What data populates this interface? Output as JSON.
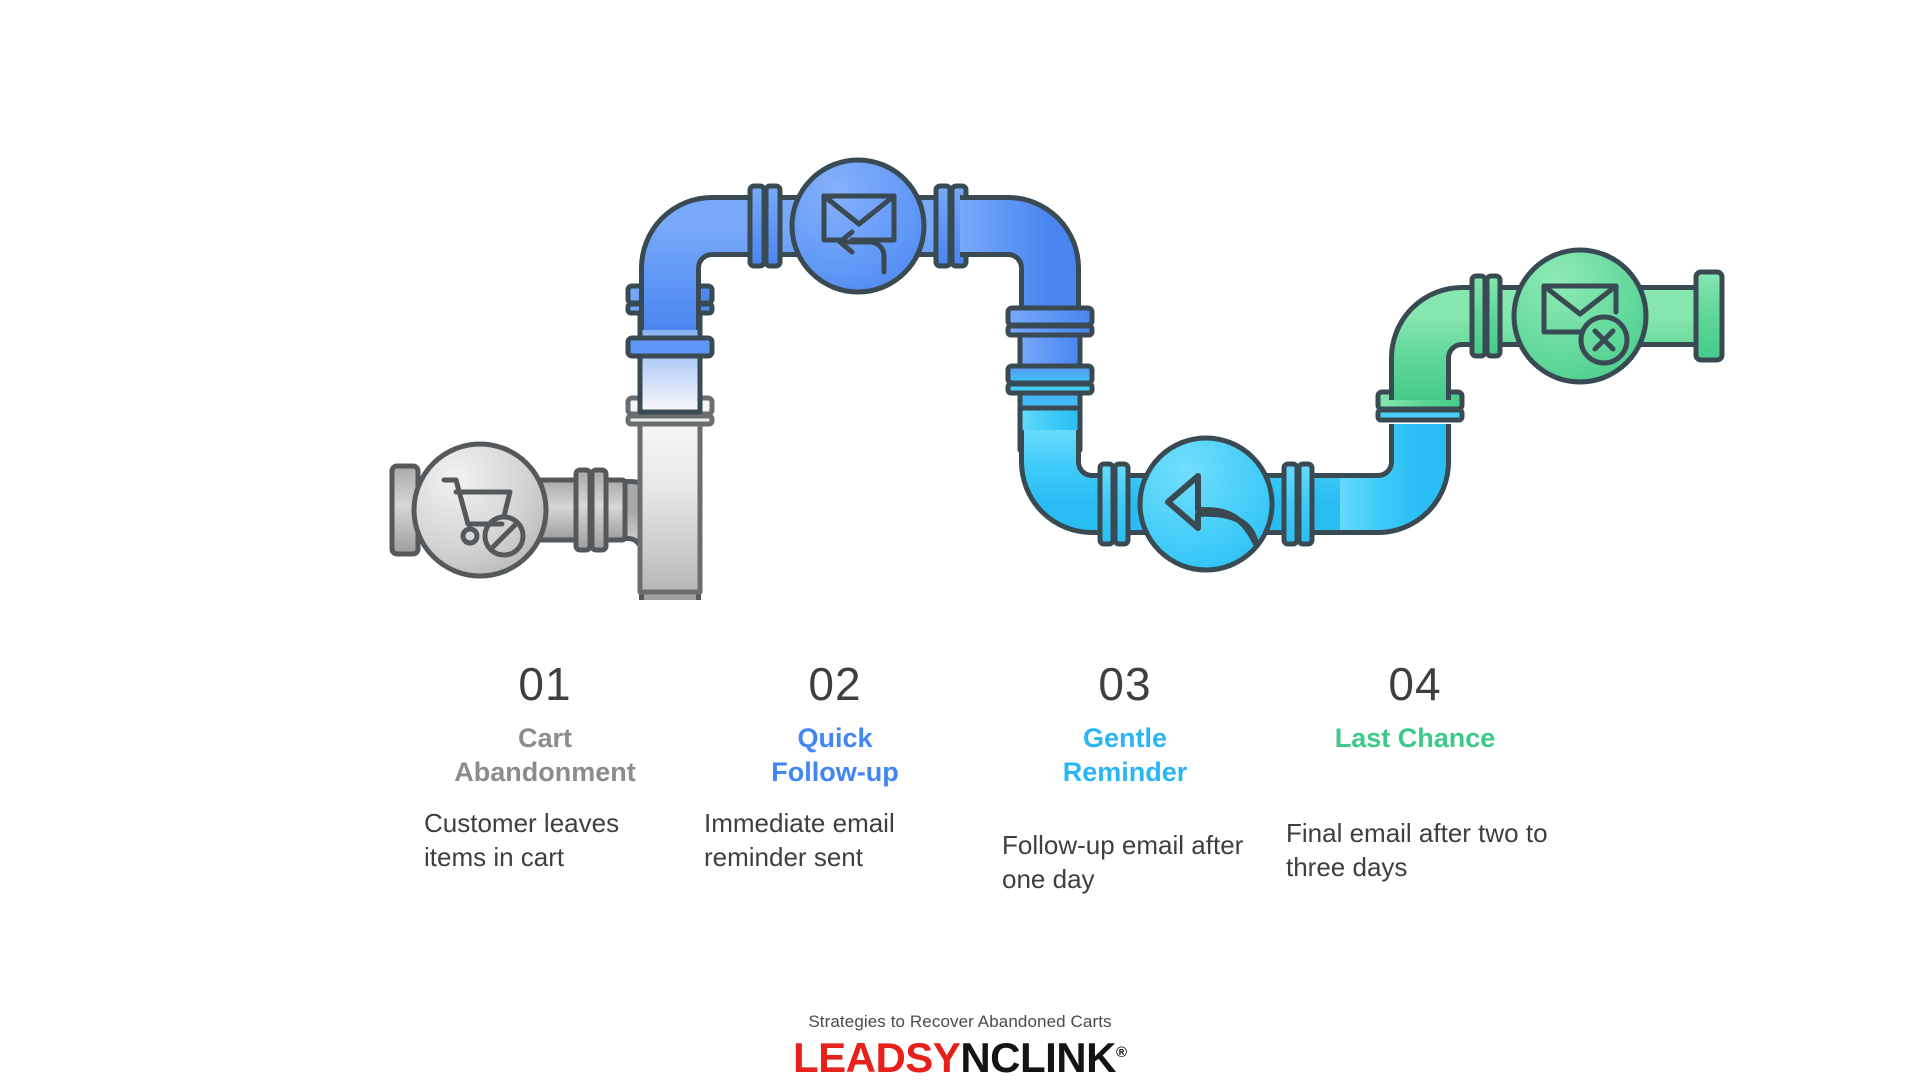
{
  "theme": {
    "background": "#ffffff",
    "pipe_outline": "#3a4a52",
    "grey_outline": "#55595b",
    "grey_light": "#f2f2f2",
    "grey_dark": "#9a9a9a",
    "blue": "#4285f4",
    "blue_light": "#7aa9f7",
    "cyan": "#29c2f6",
    "cyan_light": "#6fd9fb",
    "green": "#3dc98a",
    "green_light": "#78e0a8",
    "number_color": "#3f3f3f",
    "desc_color": "#3f3f3f"
  },
  "graphic": {
    "name": "abandoned-cart-email-pipeline",
    "nodes": [
      {
        "id": "cart",
        "icon": "cart-blocked-icon",
        "color": "#b5b5b5"
      },
      {
        "id": "quick",
        "icon": "email-reply-icon",
        "color": "#4285f4"
      },
      {
        "id": "reminder",
        "icon": "reply-arrow-icon",
        "color": "#29c2f6"
      },
      {
        "id": "last-chance",
        "icon": "email-cancel-icon",
        "color": "#3dc98a"
      }
    ]
  },
  "steps": [
    {
      "number": "01",
      "title": "Cart Abandonment",
      "title_lines": [
        "Cart",
        "Abandonment"
      ],
      "description": "Customer leaves items in cart",
      "color": "#8c8c8c"
    },
    {
      "number": "02",
      "title": "Quick Follow-up",
      "title_lines": [
        "Quick",
        "Follow-up"
      ],
      "description": "Immediate email reminder sent",
      "color": "#4285f4"
    },
    {
      "number": "03",
      "title": "Gentle Reminder",
      "title_lines": [
        "Gentle",
        "Reminder"
      ],
      "description": "Follow-up email after one day",
      "color": "#29b6f6"
    },
    {
      "number": "04",
      "title": "Last Chance",
      "title_lines": [
        "Last Chance"
      ],
      "description": "Final email after two to three days",
      "color": "#3dc98a"
    }
  ],
  "footer": {
    "tagline": "Strategies to Recover Abandoned Carts",
    "logo_part_red": "LEADSY",
    "logo_part_black": "NCLINK",
    "logo_registered": "®"
  }
}
